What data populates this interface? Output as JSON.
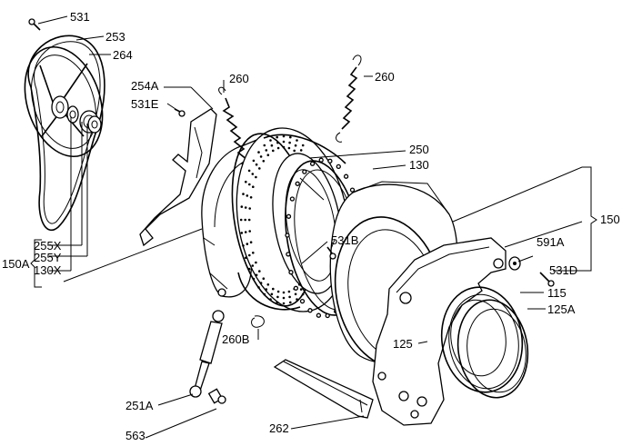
{
  "diagram": {
    "labels": {
      "p531": "531",
      "p253": "253",
      "p264": "264",
      "p254a": "254A",
      "p531e": "531E",
      "p260a": "260",
      "p260b": "260",
      "p250": "250",
      "p130": "130",
      "p150": "150",
      "p531b": "531B",
      "p591a": "591A",
      "p531d": "531D",
      "p115": "115",
      "p125a": "125A",
      "p125": "125",
      "p255x": "255X",
      "p255y": "255Y",
      "p130x": "130X",
      "p150a": "150A",
      "p260bb": "260B",
      "p251a": "251A",
      "p563": "563",
      "p262": "262"
    }
  }
}
